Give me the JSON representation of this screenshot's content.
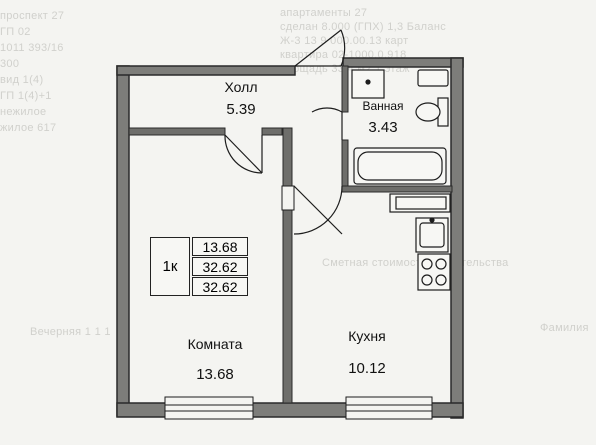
{
  "background_text": {
    "lines": [
      "проспект 27",
      "ГП 02",
      "1011 393/16",
      "300",
      "вид 1(4)",
      "ГП 1(4)+1",
      "нежилое",
      "жилое 617"
    ],
    "right_lines": [
      "апартаменты 27",
      "сделан 8.000 (ГПХ) 1,3 Баланс",
      "Ж-3 13 9 000.00.13 карт",
      "квартира 02-1000.0.918",
      "площадь 33,4 м2 1 этаж"
    ],
    "footer_left": "Вечерняя 1 1 1",
    "footer_center": "Сметная стоимость строительства",
    "footer_right": "Фамилия"
  },
  "rooms": {
    "hall": {
      "name": "Холл",
      "area": "5.39"
    },
    "bathroom": {
      "name": "Ванная",
      "area": "3.43"
    },
    "room": {
      "name": "Комната",
      "area": "13.68"
    },
    "kitchen": {
      "name": "Кухня",
      "area": "10.12"
    }
  },
  "summary": {
    "rooms_label": "1к",
    "living_area": "13.68",
    "total_area": "32.62",
    "total_area_with_balcony": "32.62"
  },
  "colors": {
    "wall": "#3a3a3a",
    "wall_fill": "#7d7d7a",
    "line": "#1d1d1d"
  }
}
